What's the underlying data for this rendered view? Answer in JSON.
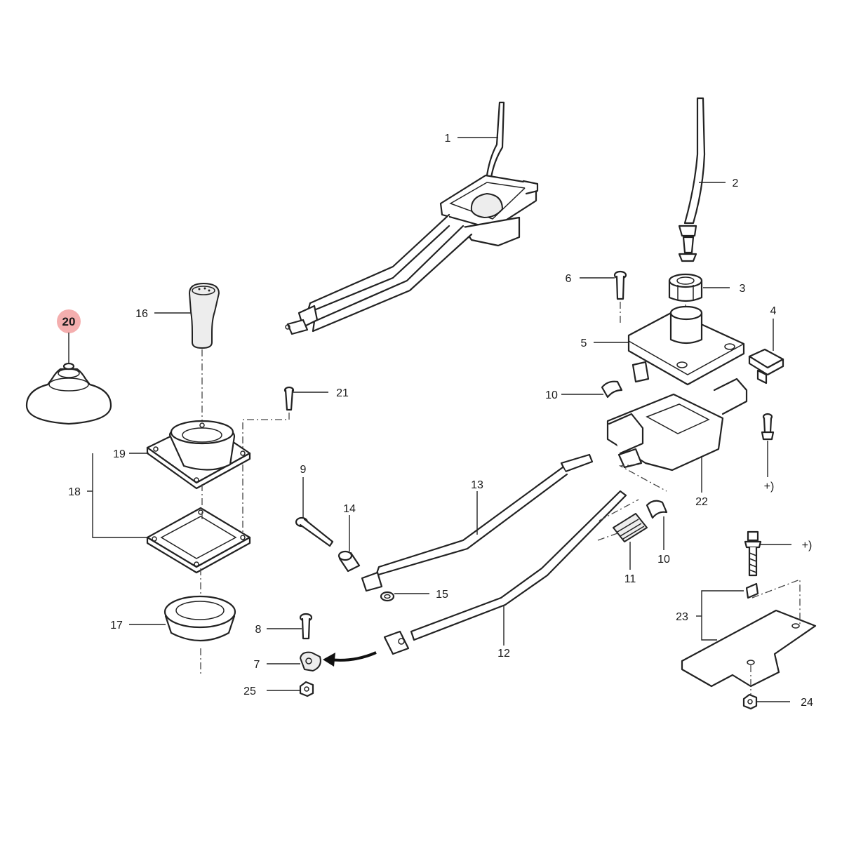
{
  "highlight_color": "#f2a0a0",
  "callouts": {
    "c1": "1",
    "c2": "2",
    "c3": "3",
    "c4": "4",
    "c5": "5",
    "c6": "6",
    "c7": "7",
    "c8": "8",
    "c9": "9",
    "c10a": "10",
    "c10b": "10",
    "c11": "11",
    "c12": "12",
    "c13": "13",
    "c14": "14",
    "c15": "15",
    "c16": "16",
    "c17": "17",
    "c18": "18",
    "c19": "19",
    "c20": "20",
    "c21": "21",
    "c22": "22",
    "c23": "23",
    "c24": "24",
    "c25": "25",
    "plus_a": "+)",
    "plus_b": "+)"
  }
}
